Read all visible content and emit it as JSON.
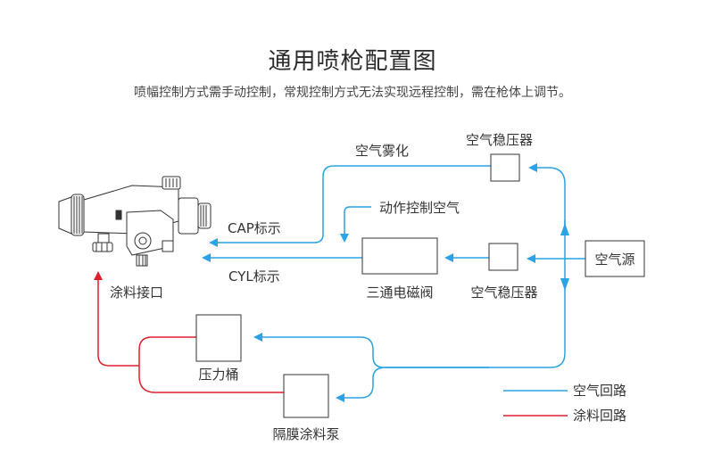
{
  "header": {
    "title": "通用喷枪配置图",
    "subtitle": "喷幅控制方式需手动控制，常规控制方式无法实现远程控制，需在枪体上调节。"
  },
  "labels": {
    "air_atomize": "空气雾化",
    "regulator_top": "空气稳压器",
    "action_control_air": "动作控制空气",
    "cap_label": "CAP标示",
    "cyl_label": "CYL标示",
    "air_source": "空气源",
    "solenoid_valve": "三通电磁阀",
    "regulator_bottom": "空气稳压器",
    "paint_inlet": "涂料接口",
    "pressure_tank": "压力桶",
    "diaphragm_pump": "隔膜涂料泵"
  },
  "legend": {
    "air_circuit": "空气回路",
    "paint_circuit": "涂料回路"
  },
  "colors": {
    "air_line": "#29a3e3",
    "paint_line": "#e01f2d",
    "box_stroke": "#333333"
  }
}
